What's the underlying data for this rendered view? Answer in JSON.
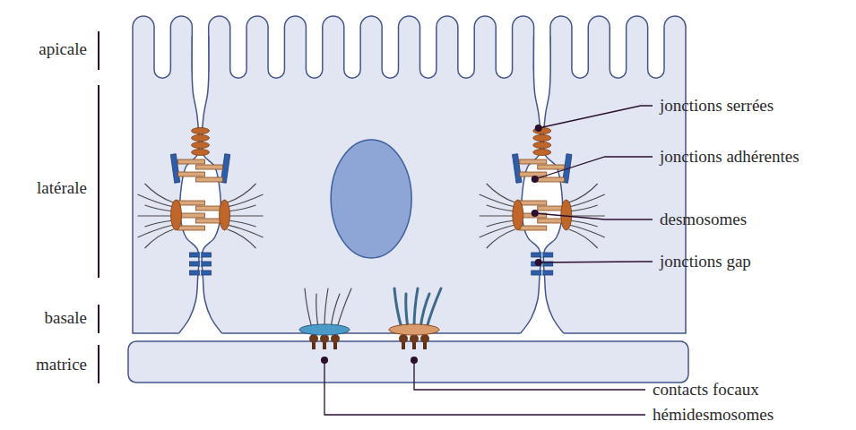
{
  "diagram": {
    "labels": [
      "apicale",
      "latérale",
      "basale",
      "matrice",
      "jonctions serrées",
      "jonctions adhérentes",
      "desmosomes",
      "jonctions gap",
      "contacts focaux",
      "hémidesmosomes"
    ]
  }
}
